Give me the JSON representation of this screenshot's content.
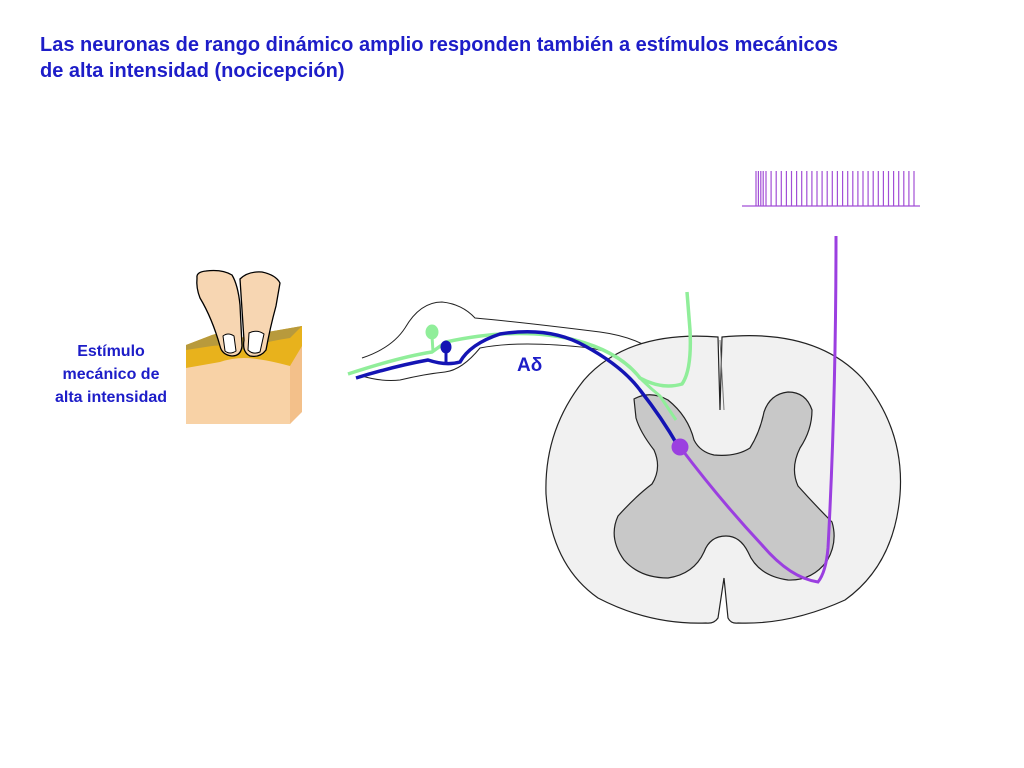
{
  "title": {
    "line1": "Las neuronas de rango dinámico amplio responden también a estímulos mecánicos",
    "line2": "de alta intensidad (nocicepción)"
  },
  "stimulus": {
    "line1": "Estímulo",
    "line2": "mecánico de",
    "line3": "alta intensidad"
  },
  "fiber_label": "Aδ",
  "colors": {
    "title_text": "#1d1dc8",
    "adelta_fiber": "#1414b4",
    "green_fiber": "#90ee9a",
    "projection_neuron": "#9b3fe0",
    "spike_train": "#a24fd6",
    "gray_matter": "#c8c8c8",
    "white_matter": "#f1f1f1",
    "skin_surface": "#e0b21a",
    "tissue": "#f8d2a6"
  },
  "icons": {
    "fingers": "pinching-fingers-icon",
    "skin": "skin-block-icon",
    "spinal_cord": "spinal-cord-section"
  },
  "spike_train": {
    "spike_count": 34
  }
}
